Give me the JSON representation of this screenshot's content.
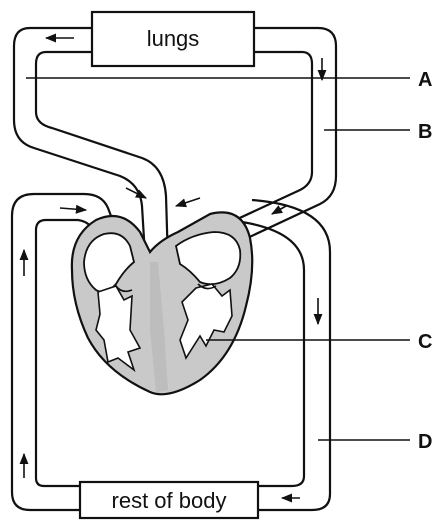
{
  "diagram": {
    "organs": {
      "lungs": "lungs",
      "body": "rest of body"
    },
    "labels": [
      "A",
      "B",
      "C",
      "D"
    ],
    "colors": {
      "ink": "#111111",
      "heart_tissue": "#c9c9c9",
      "background": "#ffffff"
    }
  }
}
